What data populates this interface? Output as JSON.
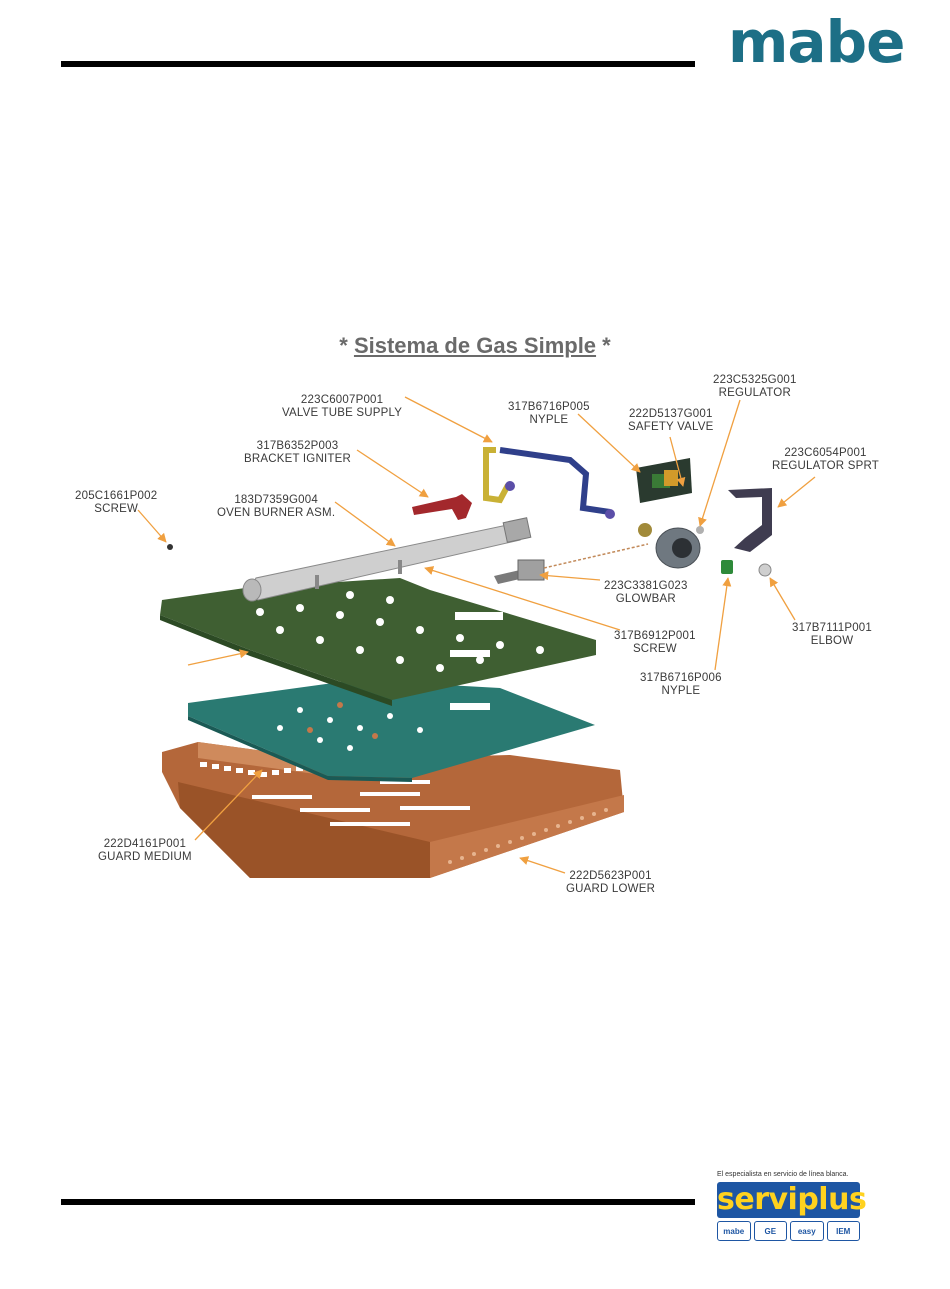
{
  "brand": {
    "name": "mabe",
    "color": "#1d6f86"
  },
  "title": {
    "prefix": "*",
    "main": "Sistema de Gas Simple",
    "suffix": "*"
  },
  "parts": [
    {
      "code": "223C6007P001",
      "name": "VALVE TUBE  SUPPLY"
    },
    {
      "code": "317B6716P005",
      "name": "NYPLE"
    },
    {
      "code": "222D5137G001",
      "name": "SAFETY VALVE"
    },
    {
      "code": "223C5325G001",
      "name": "REGULATOR"
    },
    {
      "code": "317B6352P003",
      "name": "BRACKET IGNITER"
    },
    {
      "code": "223C6054P001",
      "name": "REGULATOR SPRT"
    },
    {
      "code": "205C1661P002",
      "name": "SCREW"
    },
    {
      "code": "183D7359G004",
      "name": "OVEN BURNER ASM."
    },
    {
      "code": "223C3381G023",
      "name": "GLOWBAR"
    },
    {
      "code": "317B6912P001",
      "name": "SCREW"
    },
    {
      "code": "317B7111P001",
      "name": "ELBOW"
    },
    {
      "code": "317B6716P006",
      "name": "NYPLE"
    },
    {
      "code": "222D4161P001",
      "name": "GUARD MEDIUM"
    },
    {
      "code": "222D5623P001",
      "name": "GUARD LOWER"
    }
  ],
  "footer": {
    "tagline": "El especialista en servicio de línea blanca.",
    "logo": "serviplus",
    "brands": [
      "mabe",
      "GE",
      "easy",
      "IEM"
    ],
    "colors": {
      "box": "#1e56a3",
      "text": "#ffd21f"
    }
  }
}
